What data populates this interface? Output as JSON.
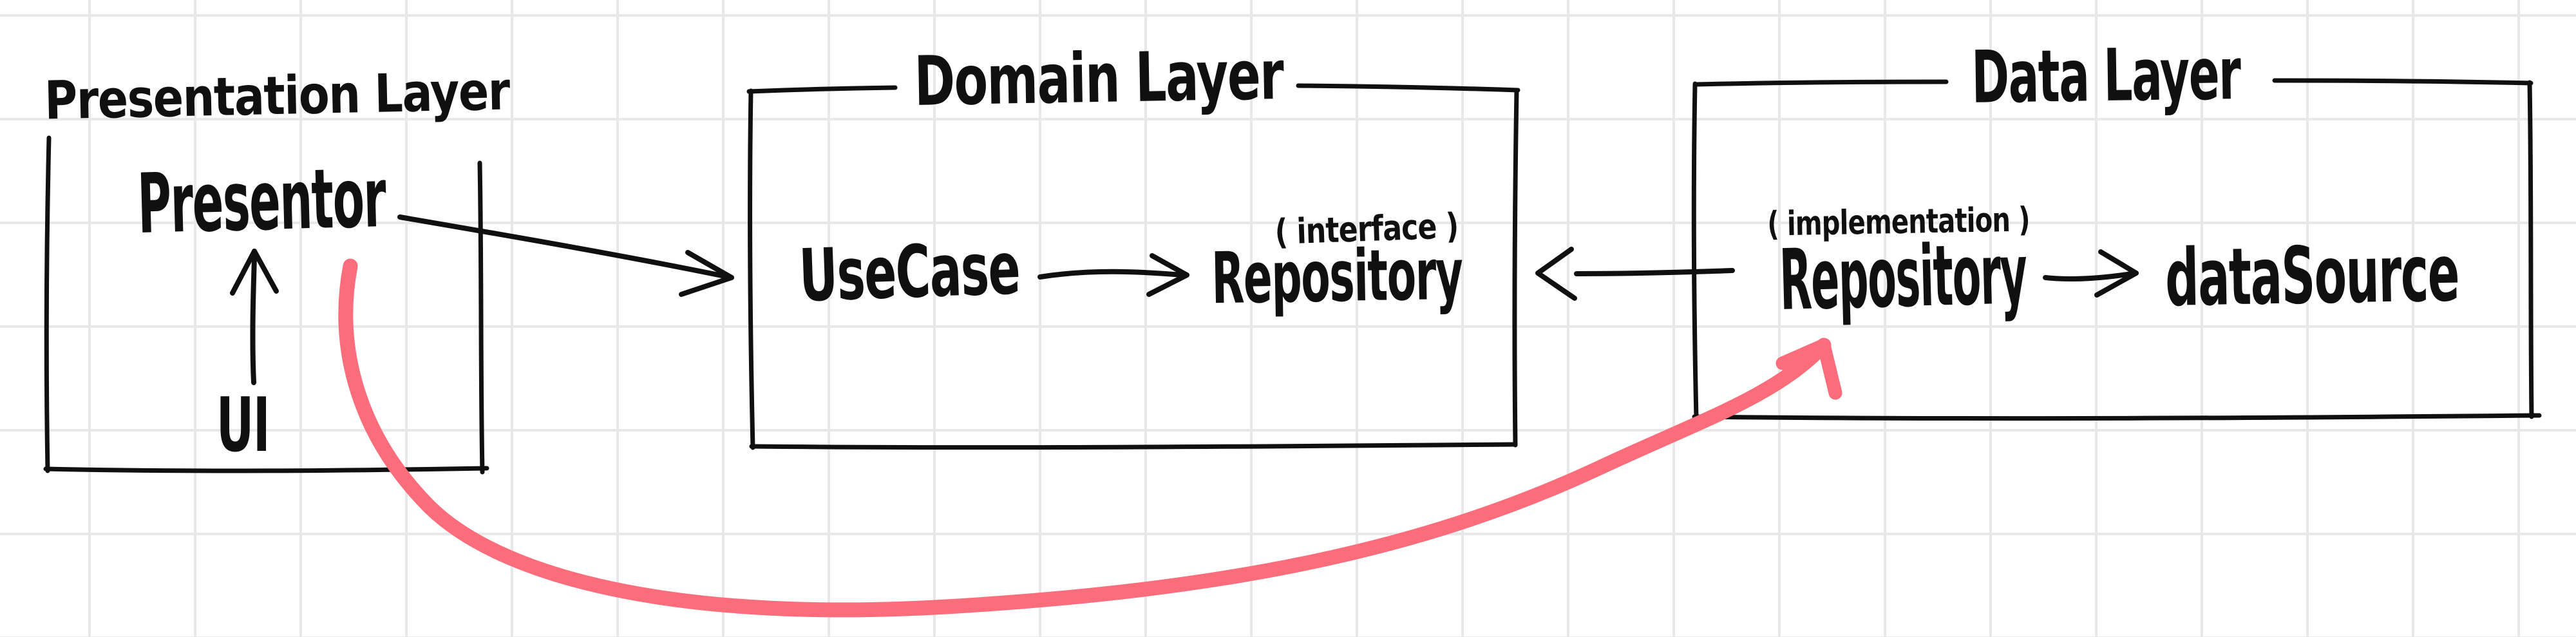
{
  "diagram": {
    "type": "hand-drawn clean-architecture diagram",
    "colors": {
      "paper": "#ffffff",
      "grid_line": "#e8e8ea",
      "ink": "#101010",
      "accent_red": "#fb6d7b"
    },
    "layers": [
      {
        "title": "Presentation Layer",
        "nodes": [
          {
            "label": "Presentor"
          },
          {
            "label": "UI"
          }
        ]
      },
      {
        "title": "Domain Layer",
        "nodes": [
          {
            "label": "UseCase"
          },
          {
            "label": "Repository",
            "annotation": "( interface )"
          }
        ]
      },
      {
        "title": "Data Layer",
        "nodes": [
          {
            "label": "Repository",
            "annotation": "( implementation )"
          },
          {
            "label": "dataSource"
          }
        ]
      }
    ],
    "edges": [
      {
        "from": "UI",
        "to": "Presentor",
        "style": "black-arrow"
      },
      {
        "from": "Presentor",
        "to": "UseCase",
        "style": "black-arrow"
      },
      {
        "from": "UseCase",
        "to": "Repository (interface)",
        "style": "black-arrow"
      },
      {
        "from": "Repository (implementation)",
        "to": "Repository (interface)",
        "style": "open-triangle-arrow"
      },
      {
        "from": "Repository (implementation)",
        "to": "dataSource",
        "style": "black-arrow"
      },
      {
        "from": "Presentor",
        "to": "Repository (implementation)",
        "style": "red-curved-arrow"
      }
    ]
  }
}
